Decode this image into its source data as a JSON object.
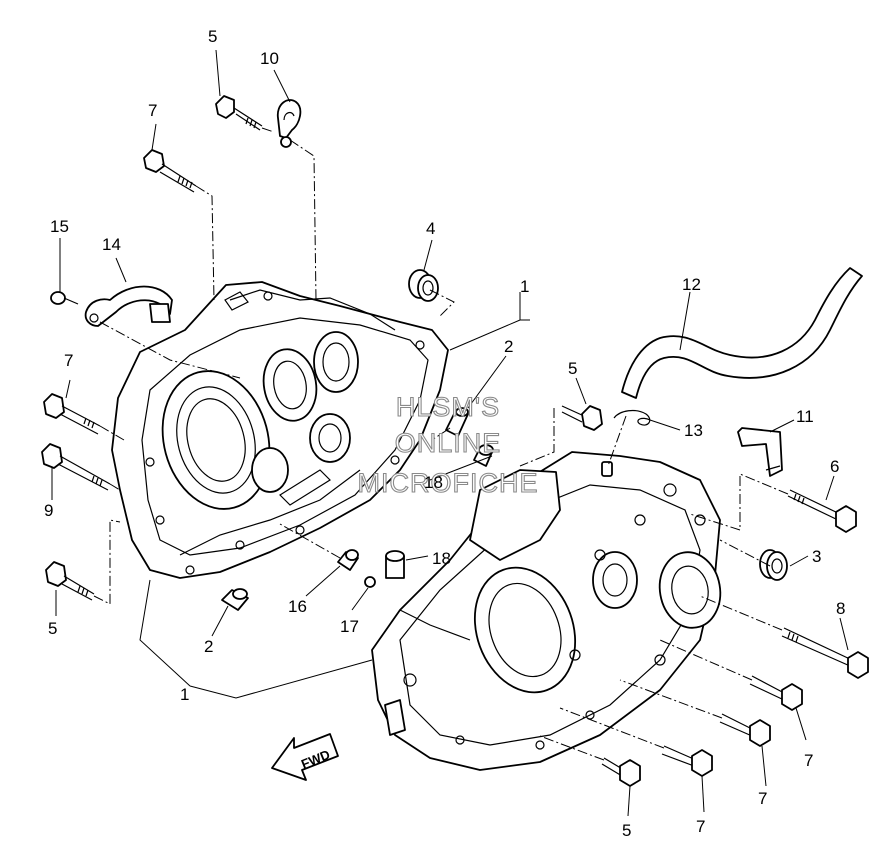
{
  "callouts": {
    "c5_top": "5",
    "c10": "10",
    "c7_top": "7",
    "c15": "15",
    "c14": "14",
    "c4": "4",
    "c1_top": "1",
    "c2_top": "2",
    "c12": "12",
    "c5_mid": "5",
    "c13": "13",
    "c11": "11",
    "c6": "6",
    "c7_left": "7",
    "c9": "9",
    "c18_top": "18",
    "c3": "3",
    "c18_mid": "18",
    "c8": "8",
    "c5_left": "5",
    "c16": "16",
    "c17": "17",
    "c2_bot": "2",
    "c1_bot": "1",
    "c7_r1": "7",
    "c7_r2": "7",
    "c7_r3": "7",
    "c5_bot": "5"
  },
  "watermark": {
    "line1": "HLSM'S",
    "line2": "ONLINE",
    "line3": "MICROFICHE"
  },
  "fwd_label": "FWD"
}
